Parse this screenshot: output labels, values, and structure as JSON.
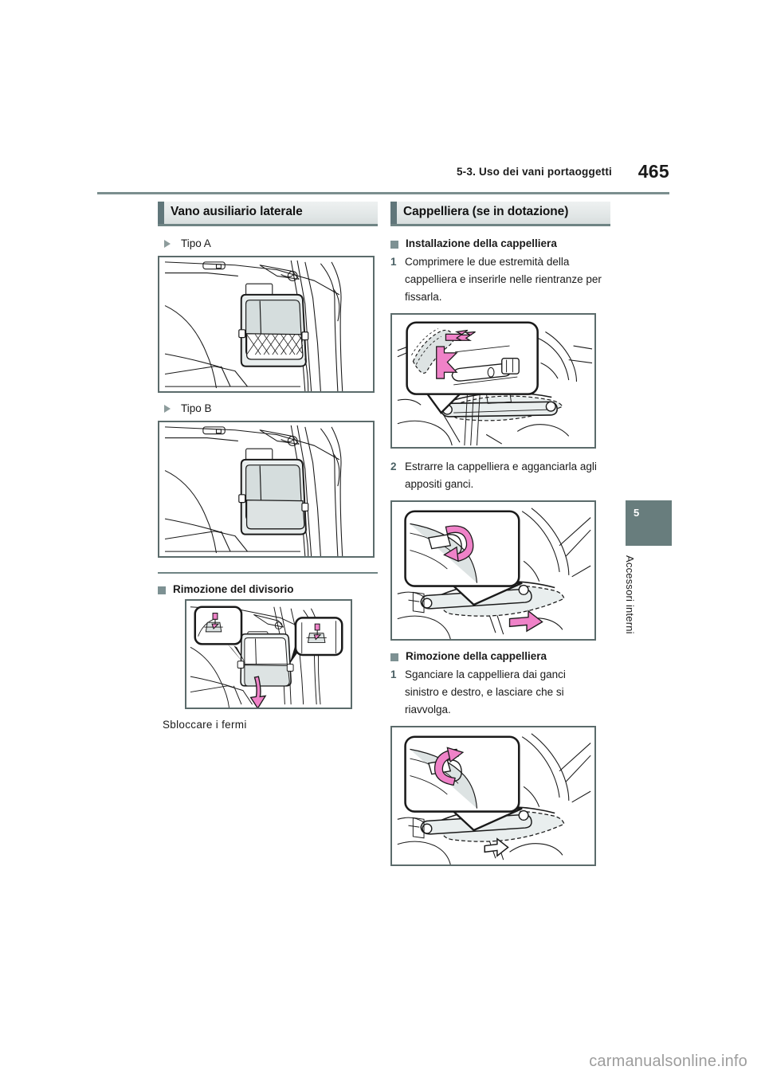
{
  "header": {
    "chapter": "5-3. Uso dei vani portaoggetti",
    "page_number": "465"
  },
  "chapter_tab": {
    "number": "5",
    "label": "Accessori interni",
    "color": "#687d7d"
  },
  "left_column": {
    "section_title": "Vano ausiliario laterale",
    "tipo_a": "Tipo A",
    "tipo_b": "Tipo B",
    "removal_heading": "Rimozione del divisorio",
    "removal_caption": "Sbloccare i fermi",
    "figures": {
      "tipo_a_alt": "side-auxiliary-compartment-type-a-mesh-net",
      "tipo_b_alt": "side-auxiliary-compartment-type-b-solid-panel",
      "removal_alt": "divider-removal-unlock-clips-callouts"
    }
  },
  "right_column": {
    "section_title": "Cappelliera (se in dotazione)",
    "install_heading": "Installazione della cappelliera",
    "install_step_1_num": "1",
    "install_step_1_text": "Comprimere le due estremità della cappelliera e inserirle nelle rientranze per fissarla.",
    "install_step_2_num": "2",
    "install_step_2_text": "Estrarre la cappelliera e agganciarla agli appositi ganci.",
    "removal_heading": "Rimozione della cappelliera",
    "removal_step_1_num": "1",
    "removal_step_1_text": "Sganciare la cappelliera dai ganci sinistro e destro, e lasciare che si riavvolga.",
    "figures": {
      "install_1_alt": "tonneau-cover-insert-ends-into-recesses",
      "install_2_alt": "tonneau-cover-pull-out-and-attach-to-hooks",
      "removal_1_alt": "tonneau-cover-unhook-and-retract"
    }
  },
  "watermark": "carmanualsonline.info",
  "colors": {
    "rule": "#7b8e8e",
    "tick": "#60767a",
    "bar_bg": "#e6eaea",
    "arrow_pink": "#ef82c8",
    "panel_fill": "#dde3e3"
  }
}
